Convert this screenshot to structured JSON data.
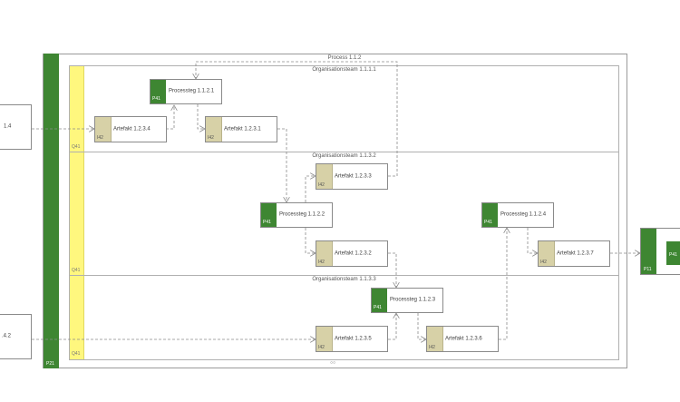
{
  "process": {
    "title": "Process 1.1.2",
    "code": "P21",
    "footer": "○○"
  },
  "lanes": [
    {
      "title": "Organisationsteam 1.1.1.1",
      "code": "Q41"
    },
    {
      "title": "Organisationsteam 1.1.3.2",
      "code": "Q41"
    },
    {
      "title": "Organisationsteam 1.1.3.3",
      "code": "Q41"
    }
  ],
  "steps": {
    "s1": {
      "label": "Processteg 1.1.2.1",
      "code": "P41"
    },
    "s2": {
      "label": "Processteg 1.1.2.2",
      "code": "P41"
    },
    "s3": {
      "label": "Processteg 1.1.2.3",
      "code": "P41"
    },
    "s4": {
      "label": "Processteg 1.1.2.4",
      "code": "P41"
    }
  },
  "artifacts": {
    "a1": {
      "label": "Artefakt 1.2.3.4",
      "code": "I42"
    },
    "a2": {
      "label": "Artefakt 1.2.3.1",
      "code": "I42"
    },
    "a3": {
      "label": "Artefakt 1.2.3.3",
      "code": "I42"
    },
    "a4": {
      "label": "Artefakt 1.2.3.2",
      "code": "I42"
    },
    "a5": {
      "label": "Artefakt 1.2.3.7",
      "code": "I42"
    },
    "a6": {
      "label": "Artefakt 1.2.3.5",
      "code": "I42"
    },
    "a7": {
      "label": "Artefakt 1.2.3.6",
      "code": "I42"
    }
  },
  "external": {
    "left_top": "1.4",
    "left_bottom": ".4.2",
    "right_code_a": "P11",
    "right_code_b": "P41"
  },
  "colors": {
    "green": "#3e8632",
    "yellow": "#fff77e",
    "tan": "#d7d1a7",
    "line": "#8a8a8a"
  }
}
